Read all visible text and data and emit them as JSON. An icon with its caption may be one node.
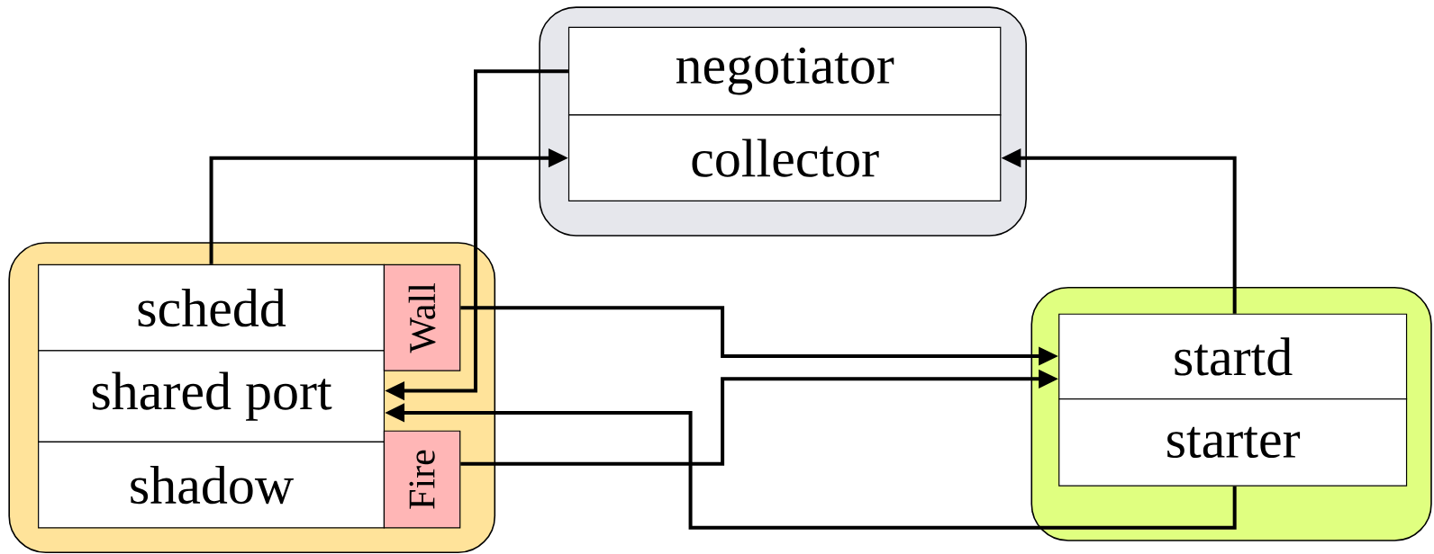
{
  "diagram": {
    "nodes": [
      {
        "text": [],
        "shape": "box"
      },
      {
        "text": [
          "negotiator"
        ],
        "in": 0
      },
      {
        "text": [
          "collector"
        ],
        "in": 0
      },
      {
        "text": [],
        "shape": "box"
      },
      {
        "text": [
          "schedd"
        ],
        "in": 3
      },
      {
        "text": [
          "shared port"
        ],
        "in": 3
      },
      {
        "text": [
          "shadow"
        ],
        "in": 3
      },
      {
        "text": [
          "Wall"
        ],
        "in": 3
      },
      {
        "text": [
          "Fire"
        ],
        "in": 3
      },
      {
        "text": [],
        "shape": "box"
      },
      {
        "text": [
          "startd"
        ],
        "in": 9
      },
      {
        "text": [
          "starter"
        ],
        "in": 9
      }
    ],
    "edges": [
      {
        "from": 4,
        "to": 2,
        "arrow": "to"
      },
      {
        "from": 10,
        "to": 2,
        "arrow": "to"
      },
      {
        "from": 1,
        "to": 5,
        "arrow": "to"
      },
      {
        "from": 11,
        "to": 5,
        "arrow": "to"
      },
      {
        "from": 7,
        "to": 10,
        "arrow": "to"
      },
      {
        "from": 8,
        "to": 10,
        "arrow": "to"
      }
    ]
  }
}
